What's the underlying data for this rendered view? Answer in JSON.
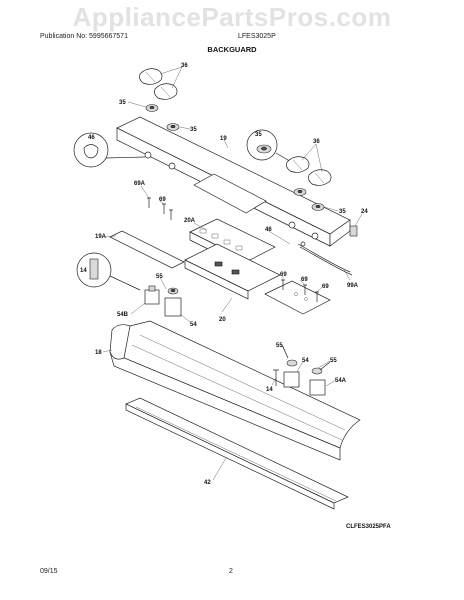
{
  "watermark": "AppliancePartsPros.com",
  "header": {
    "publication": "Publication No: 5995667571",
    "model": "LFES3025P"
  },
  "section_title": "BACKGUARD",
  "figure_code": "CLFES3025PFA",
  "footer": {
    "date": "09/15",
    "page": "2"
  },
  "callouts": {
    "c36a": "36",
    "c35a": "35",
    "c35b": "35",
    "c46a": "46",
    "c19": "19",
    "c35c": "35",
    "c36b": "36",
    "c69a_a": "69A",
    "c69a": "69",
    "c20a": "20A",
    "c35d": "35",
    "c24": "24",
    "c19a": "19A",
    "c46b": "46",
    "c14a": "14",
    "c55a": "55",
    "c69b": "69",
    "c69c": "69",
    "c69d": "69",
    "c99a": "99A",
    "c54b": "54B",
    "c54a_": "54",
    "c20": "20",
    "c18": "18",
    "c55b": "55",
    "c54c": "54",
    "c55c": "55",
    "c14b": "14",
    "c54a": "54A",
    "c42": "42"
  }
}
